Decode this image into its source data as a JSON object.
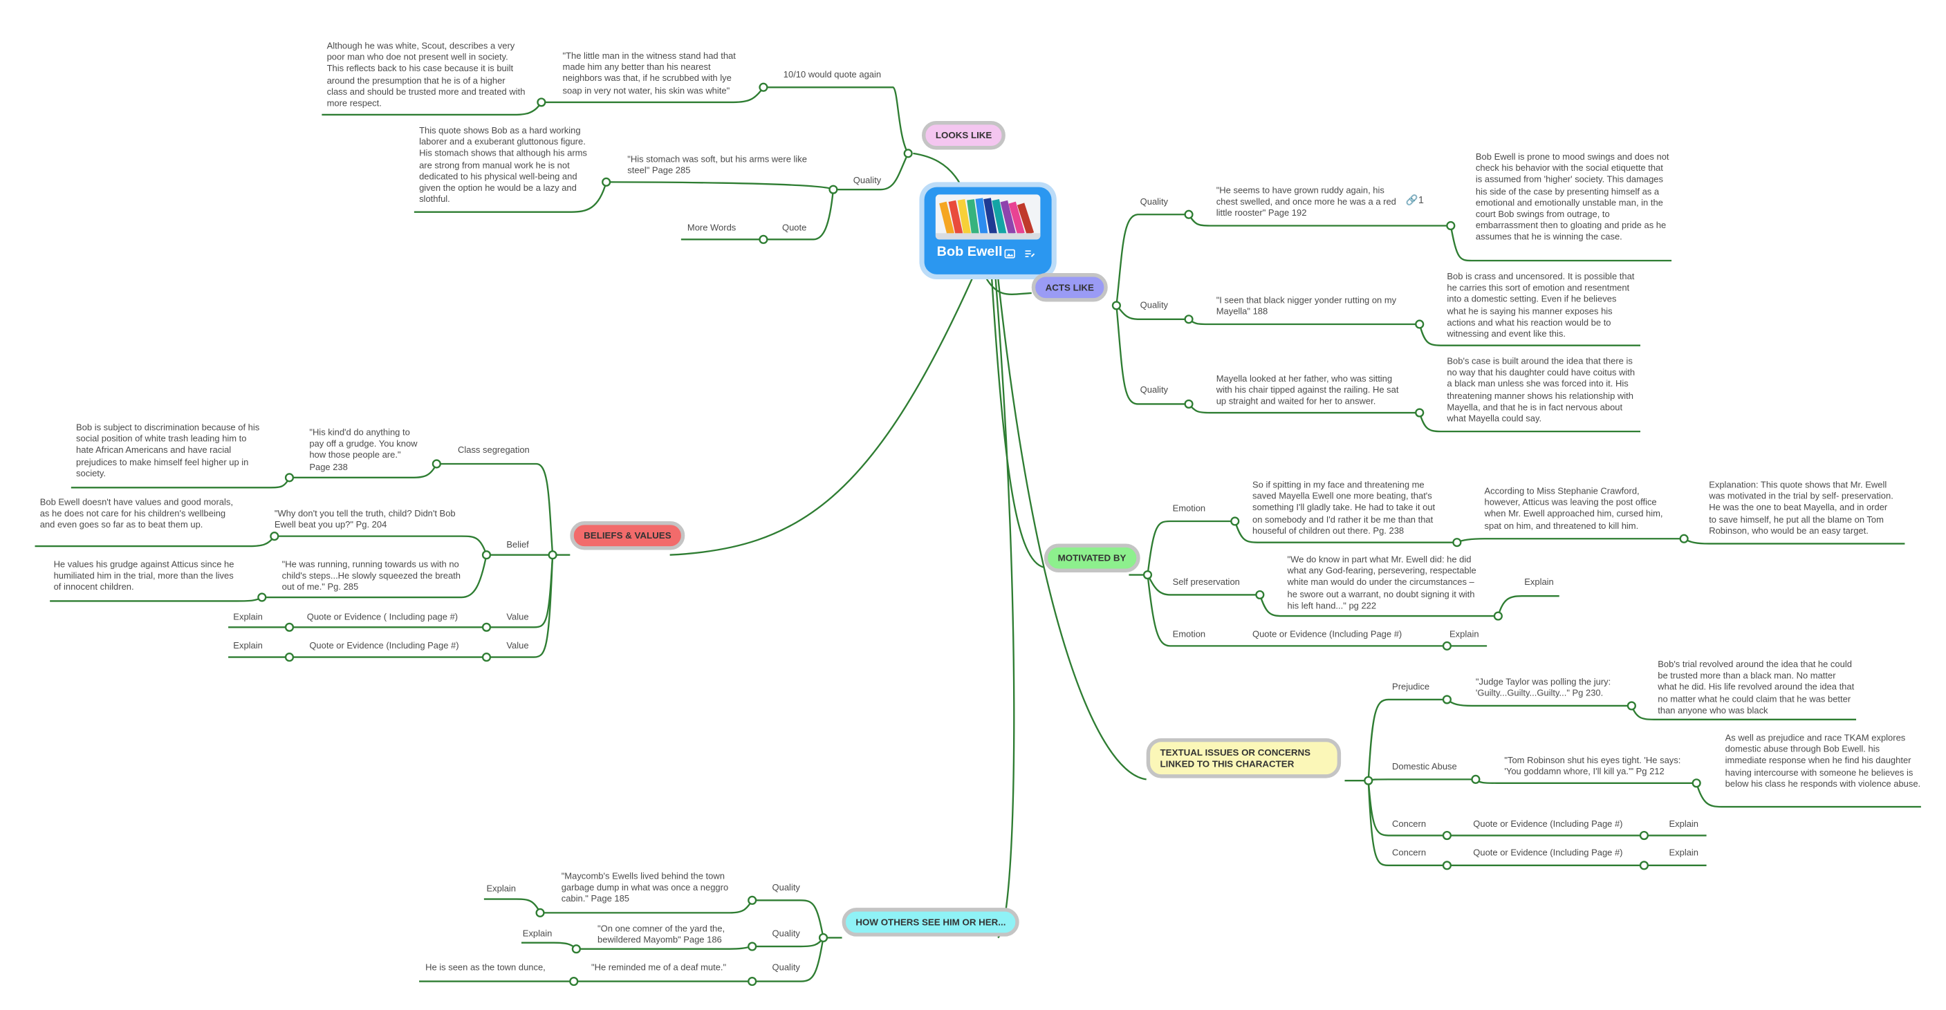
{
  "central": {
    "title": "Bob Ewell"
  },
  "colors": {
    "line": "#2e7d32",
    "looks": "#f4c6f0",
    "acts": "#9a9bf5",
    "beliefs": "#f26b6b",
    "motivated": "#8df08d",
    "textual": "#fbf7b8",
    "others": "#8ff2f6",
    "central": "#2b97f0"
  },
  "icons": {
    "image": "image-icon",
    "notes": "notes-icon",
    "link": "link-icon"
  },
  "topics": {
    "looks": "LOOKS LIKE",
    "acts": "ACTS LIKE",
    "beliefs": "BELIEFS & VALUES",
    "motivated": "MOTIVATED BY",
    "textual": "TEXTUAL ISSUES OR CONCERNS LINKED TO THIS CHARACTER",
    "others": "HOW OTHERS SEE HIM OR HER..."
  },
  "looks": {
    "b1": {
      "label": "10/10 would quote again",
      "quote": "\"The little man in the witness stand had that made him any better than his nearest neighbors was that, if he scrubbed with lye soap in very not water, his skin was white\"",
      "explain": "Although he was white, Scout, describes a very poor man who doe not present well in society. This reflects back to his case because it is built around the presumption that he is of a higher class and should be trusted more and treated with more respect."
    },
    "b2": {
      "label": "Quality",
      "quote": "\"His stomach was soft, but his arms were like steel\" Page 285",
      "explain": "This quote shows Bob as a hard working laborer and a exuberant gluttonous figure. His stomach shows that although his arms are strong from manual work he is not dedicated to his physical well-being and given the option he would be a lazy and slothful."
    },
    "b3": {
      "label": "Quote",
      "quote": "More Words"
    }
  },
  "acts": {
    "b1": {
      "label": "Quality",
      "link_count": "1",
      "quote": "\"He seems to have grown ruddy again, his chest swelled, and once more he was a a red little rooster\" Page 192",
      "explain": "Bob Ewell is prone to mood swings and does not check his behavior with the social etiquette that is assumed from 'higher' society. This damages his side of the case by presenting himself as a emotional and emotionally unstable man, in the court Bob swings from outrage, to embarrassment then to gloating and pride as he assumes that he is winning the case."
    },
    "b2": {
      "label": "Quality",
      "quote": "\"I seen that black nigger yonder rutting on my Mayella\" 188",
      "explain": "Bob is crass and uncensored. It is possible that he carries this sort of emotion and resentment into a domestic setting. Even if he believes what he is saying his manner exposes his actions and what his reaction would be to witnessing and event like this."
    },
    "b3": {
      "label": "Quality",
      "quote": "Mayella looked at her father, who was sitting with his chair tipped against the railing. He sat up straight and waited for her to answer.",
      "explain": "Bob's case is built around the idea that there is no way that his daughter could have coitus with a black man unless she was forced into it. His threatening manner shows his relationship with Mayella, and that he is in fact nervous about what Mayella could say."
    }
  },
  "beliefs": {
    "b1": {
      "label": "Class segregation",
      "quote": "\"His kind'd do anything to pay off a grudge. You know how those people are.\" Page 238",
      "explain": "Bob is subject to discrimination because of his social position of white trash leading him to hate African Americans and have racial prejudices to make himself feel higher up in society."
    },
    "b2": {
      "label": "Belief",
      "quote1": "\"Why don't you tell the truth, child? Didn't Bob Ewell beat you up?\" Pg. 204",
      "explain1": "Bob Ewell doesn't have values and good morals, as he does not care for his children's wellbeing and even goes so far as to beat them up.",
      "quote2": "\"He was running, running towards us with no child's steps...He slowly squeezed the breath out of me.\" Pg. 285",
      "explain2": "He values his grudge against Atticus since he humiliated him in the trial, more than the lives of innocent children."
    },
    "b3": {
      "label": "Value",
      "quote": "Quote or Evidence ( Including page #)",
      "explain": "Explain"
    },
    "b4": {
      "label": "Value",
      "quote": "Quote or Evidence (Including Page #)",
      "explain": "Explain"
    }
  },
  "motivated": {
    "b1": {
      "label": "Emotion",
      "quote": "So if spitting in my face and threatening me saved Mayella Ewell one more beating, that's something I'll gladly take. He had to take it out on somebody and I'd rather it be me than that houseful of children out there. Pg. 238",
      "extra": "According to Miss Stephanie Crawford, however, Atticus was leaving the post office when Mr. Ewell approached him, cursed him, spat on him, and threatened to kill him.",
      "explain": "Explanation: This quote shows that Mr. Ewell was motivated in the trial by self- preservation. He was the one to beat Mayella, and in order to save himself, he put all the blame on Tom Robinson, who would be an easy target."
    },
    "b2": {
      "label": "Self preservation",
      "quote": "\"We do know in part what Mr. Ewell did: he did what any God-fearing, persevering, respectable white man would do under the circumstances – he swore out a warrant, no doubt signing it with his left hand...\" pg 222",
      "explain": "Explain"
    },
    "b3": {
      "label": "Emotion",
      "quote": "Quote or Evidence (Including Page #)",
      "explain": "Explain"
    }
  },
  "textual": {
    "b1": {
      "label": "Prejudice",
      "quote": "\"Judge Taylor was polling the jury: 'Guilty...Guilty...Guilty...\" Pg 230.",
      "explain": "Bob's trial revolved around the idea that he could be trusted more than a black man. No matter what he did. His life revolved around the idea that no matter what he could claim that he was better  than anyone who was black"
    },
    "b2": {
      "label": "Domestic Abuse",
      "quote": "\"Tom Robinson shut his eyes tight. 'He says: 'You goddamn whore, I'll kill ya.'\" Pg 212",
      "explain": "As well as prejudice and race TKAM explores domestic abuse through Bob Ewell. his immediate response when he find his daughter having intercourse with someone he believes is below his class he responds with violence abuse."
    },
    "b3": {
      "label": "Concern",
      "quote": "Quote or Evidence (Including Page #)",
      "explain": "Explain"
    },
    "b4": {
      "label": "Concern",
      "quote": "Quote or Evidence (Including Page #)",
      "explain": "Explain"
    }
  },
  "others": {
    "b1": {
      "label": "Quality",
      "quote": "\"Maycomb's Ewells lived behind the town garbage dump in what was once a neggro cabin.\" Page 185",
      "explain": "Explain"
    },
    "b2": {
      "label": "Quality",
      "quote": "\"On one comner of the yard the, bewildered Mayomb\" Page 186",
      "explain": "Explain"
    },
    "b3": {
      "label": "Quality",
      "quote": "\"He reminded me of a deaf mute.\"",
      "explain": "He is seen as the town dunce,"
    }
  }
}
